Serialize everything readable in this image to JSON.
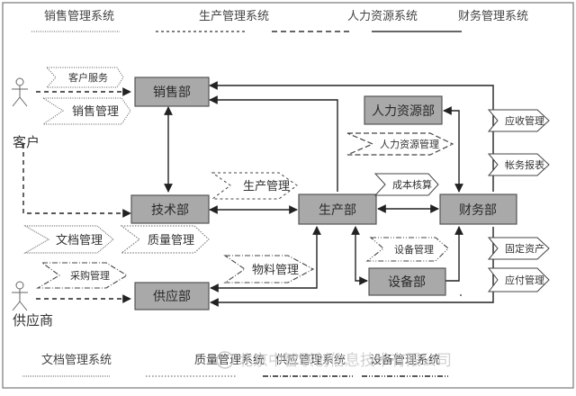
{
  "diagram": {
    "type": "enterprise-information-system-architecture",
    "legend_top": [
      {
        "id": "sales",
        "label": "销售管理系统",
        "line_style": "dotted"
      },
      {
        "id": "production",
        "label": "生产管理系统",
        "line_style": "short-dash"
      },
      {
        "id": "hr",
        "label": "人力资源系统",
        "line_style": "long-dash"
      },
      {
        "id": "finance",
        "label": "财务管理系统",
        "line_style": "solid"
      }
    ],
    "legend_bottom": [
      {
        "id": "document",
        "label": "文档管理系统",
        "line_style": "dotted-thin"
      },
      {
        "id": "quality",
        "label": "质量管理系统",
        "line_style": "dotted"
      },
      {
        "id": "supply",
        "label": "供应管理系统",
        "line_style": "dash-dot"
      },
      {
        "id": "equipment",
        "label": "设备管理系统",
        "line_style": "dash-dot-dot"
      }
    ],
    "actors": [
      {
        "id": "customer",
        "label": "客户"
      },
      {
        "id": "supplier",
        "label": "供应商"
      }
    ],
    "departments": [
      {
        "id": "sales_dept",
        "label": "销售部"
      },
      {
        "id": "hr_dept",
        "label": "人力资源部"
      },
      {
        "id": "tech_dept",
        "label": "技术部"
      },
      {
        "id": "production_dept",
        "label": "生产部"
      },
      {
        "id": "finance_dept",
        "label": "财务部"
      },
      {
        "id": "supply_dept",
        "label": "供应部"
      },
      {
        "id": "equipment_dept",
        "label": "设备部"
      }
    ],
    "functions": [
      {
        "id": "customer_service",
        "label": "客户服务",
        "system": "sales"
      },
      {
        "id": "sales_mgmt",
        "label": "销售管理",
        "system": "sales"
      },
      {
        "id": "hr_mgmt",
        "label": "人力资源管理",
        "system": "hr"
      },
      {
        "id": "production_mgmt",
        "label": "生产管理",
        "system": "production"
      },
      {
        "id": "cost_accounting",
        "label": "成本核算",
        "system": "finance"
      },
      {
        "id": "receivables",
        "label": "应收管理",
        "system": "finance"
      },
      {
        "id": "account_reports",
        "label": "帐务报表",
        "system": "finance"
      },
      {
        "id": "fixed_assets",
        "label": "固定资产",
        "system": "finance"
      },
      {
        "id": "payables",
        "label": "应付管理",
        "system": "finance"
      },
      {
        "id": "doc_mgmt",
        "label": "文档管理",
        "system": "document"
      },
      {
        "id": "quality_mgmt",
        "label": "质量管理",
        "system": "quality"
      },
      {
        "id": "procurement_mgmt",
        "label": "采购管理",
        "system": "supply"
      },
      {
        "id": "material_mgmt",
        "label": "物料管理",
        "system": "supply"
      },
      {
        "id": "equipment_mgmt",
        "label": "设备管理",
        "system": "equipment"
      }
    ],
    "connections": [
      {
        "from": "customer",
        "to": "sales_dept",
        "style": "dashed"
      },
      {
        "from": "customer",
        "to": "tech_dept",
        "style": "dashed"
      },
      {
        "from": "supplier",
        "to": "supply_dept",
        "style": "dashed"
      },
      {
        "from": "sales_dept",
        "to": "tech_dept",
        "style": "solid",
        "bidirectional": true
      },
      {
        "from": "tech_dept",
        "to": "production_dept",
        "style": "solid",
        "bidirectional": true
      },
      {
        "from": "production_dept",
        "to": "finance_dept",
        "style": "solid",
        "bidirectional": true
      },
      {
        "from": "production_dept",
        "to": "sales_dept",
        "style": "solid"
      },
      {
        "from": "finance_dept",
        "to": "sales_dept",
        "style": "solid"
      },
      {
        "from": "finance_dept",
        "to": "hr_dept",
        "style": "solid",
        "bidirectional": true
      },
      {
        "from": "production_dept",
        "to": "supply_dept",
        "style": "solid",
        "bidirectional": true
      },
      {
        "from": "production_dept",
        "to": "equipment_dept",
        "style": "solid",
        "bidirectional": true
      },
      {
        "from": "finance_dept",
        "to": "equipment_dept",
        "style": "solid",
        "bidirectional": true
      },
      {
        "from": "finance_dept",
        "to": "supply_dept",
        "style": "solid"
      }
    ],
    "colors": {
      "dept_fill": "#a9a9a9",
      "dept_stroke": "#555555",
      "line": "#222222",
      "tag_stroke": "#444444"
    },
    "watermark": "北京中智联创信息技术有限公司"
  }
}
